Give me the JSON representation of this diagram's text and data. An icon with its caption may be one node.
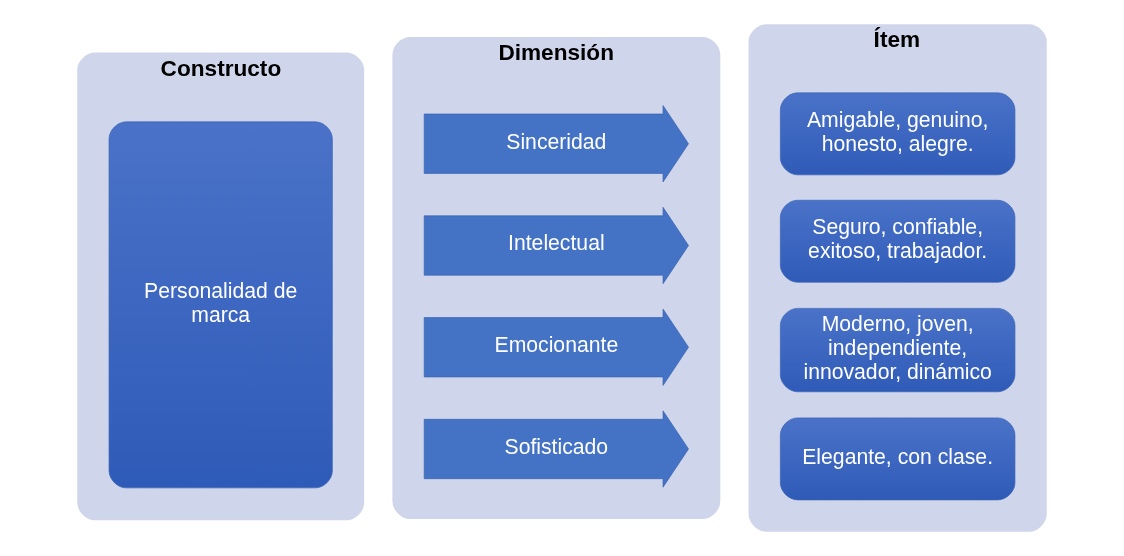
{
  "diagram": {
    "nodes": [
      {
        "text": [
          "Constructo"
        ]
      },
      {
        "text": [
          "Personalidad de marca"
        ],
        "in": 0
      },
      {
        "text": [
          "Dimensión"
        ]
      },
      {
        "text": [
          "Sinceridad"
        ],
        "in": 2
      },
      {
        "text": [
          "Intelectual"
        ],
        "in": 2
      },
      {
        "text": [
          "Emocionante"
        ],
        "in": 2
      },
      {
        "text": [
          "Sofisticado"
        ],
        "in": 2
      },
      {
        "text": [
          "Ítem"
        ]
      },
      {
        "text": [
          "Amigable, genuino, honesto, alegre."
        ],
        "in": 7
      },
      {
        "text": [
          "Seguro, confiable, exitoso, trabajador."
        ],
        "in": 7
      },
      {
        "text": [
          "Moderno, joven, independiente, innovador, dinámico"
        ],
        "in": 7
      },
      {
        "text": [
          "Elegante, con clase."
        ],
        "in": 7
      }
    ]
  }
}
